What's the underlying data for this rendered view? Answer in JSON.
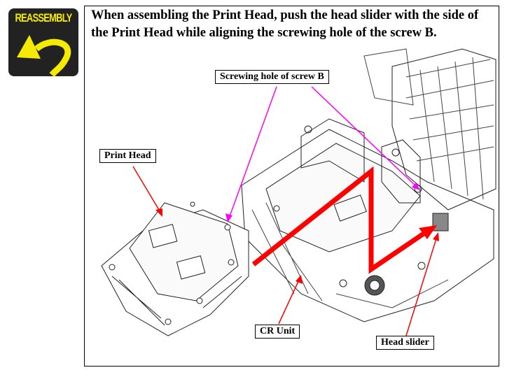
{
  "badge": {
    "label": "REASSEMBLY",
    "icon": "curved-arrow-back-icon",
    "color": "#f5ea00"
  },
  "heading": "When assembling the Print Head, push the head slider with the side of the Print Head while aligning the screwing hole of the screw B.",
  "callouts": {
    "screw_hole": "Screwing hole of screw B",
    "print_head": "Print Head",
    "cr_unit": "CR Unit",
    "head_slider": "Head slider"
  },
  "colors": {
    "pointer_red": "#ff0000",
    "pointer_magenta": "#ff00ff"
  }
}
